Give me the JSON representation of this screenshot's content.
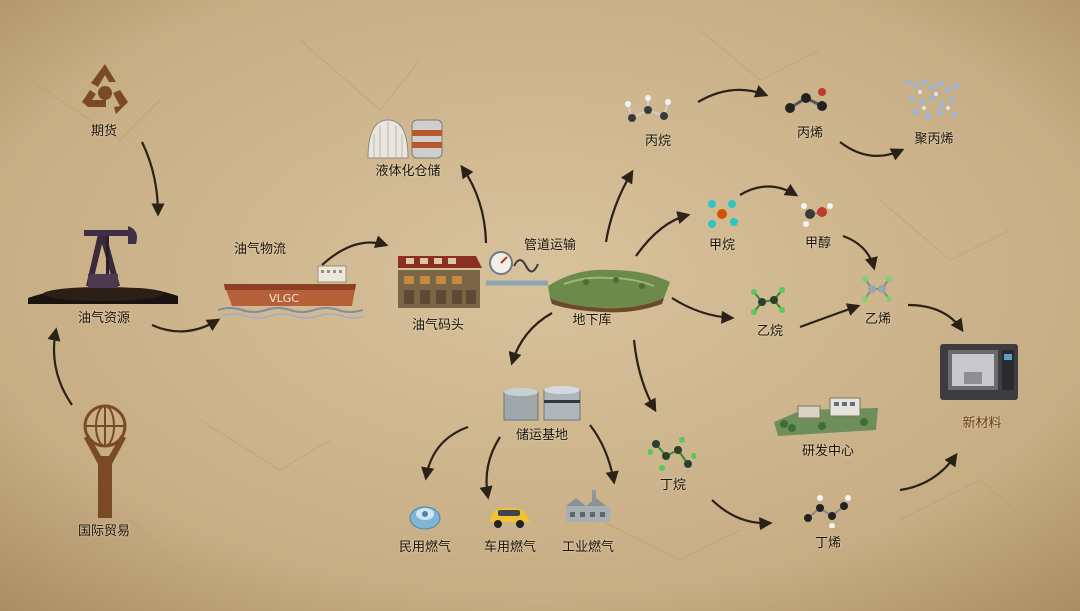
{
  "nodes": {
    "futures": "期货",
    "oilgas_resource": "油气资源",
    "intl_trade": "国际贸易",
    "oilgas_logistics": "油气物流",
    "ship_text": "VLGC",
    "liquefied_storage": "液体化仓储",
    "oilgas_terminal": "油气码头",
    "pipeline": "管道运输",
    "underground_storage": "地下库",
    "storage_base": "储运基地",
    "civil_gas": "民用燃气",
    "vehicle_gas": "车用燃气",
    "industrial_gas": "工业燃气",
    "propane": "丙烷",
    "propylene": "丙烯",
    "polypropylene": "聚丙烯",
    "methane": "甲烷",
    "methanol": "甲醇",
    "ethane": "乙烷",
    "ethylene": "乙烯",
    "butane": "丁烷",
    "butene": "丁烯",
    "rd_center": "研发中心",
    "new_materials": "新材料"
  },
  "colors": {
    "paper": "#c9b089",
    "arrow": "#2a2117",
    "brown_icon": "#7a4a25",
    "new_materials_label": "#6b3b16"
  }
}
